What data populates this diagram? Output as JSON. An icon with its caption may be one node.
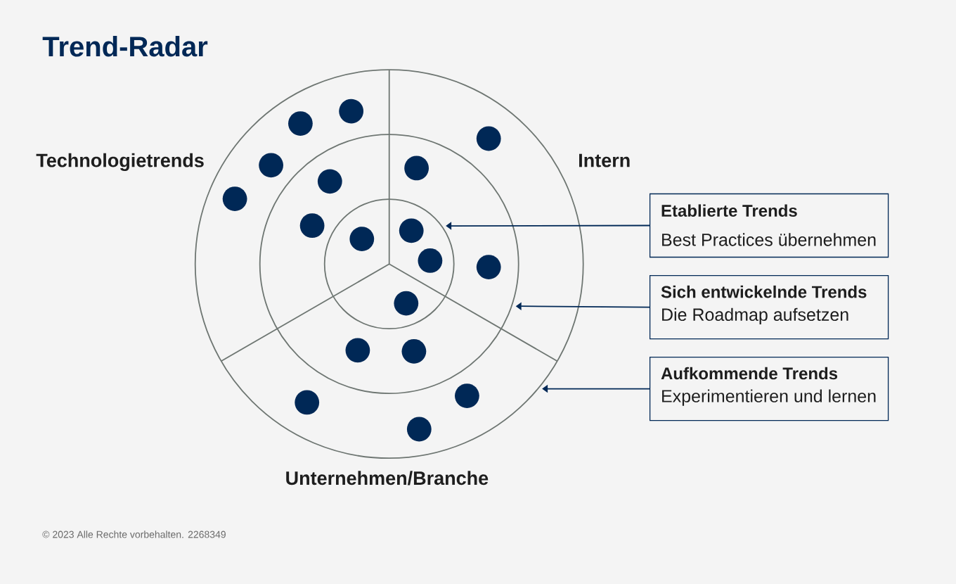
{
  "diagram": {
    "title": "Trend-Radar",
    "nodes": [
      {
        "text": [],
        "shape": "circle"
      },
      {
        "text": [],
        "shape": "circle",
        "in": 0
      },
      {
        "text": [],
        "shape": "circle",
        "in": 1
      },
      {
        "text": [
          "Etablierte Trends",
          "Best Practices übernehmen"
        ]
      },
      {
        "text": [
          "Sich entwickelnde Trends",
          "Die Roadmap aufsetzen"
        ]
      },
      {
        "text": [
          "Aufkommende Trends",
          "Experimentieren und lernen"
        ]
      }
    ],
    "edges": [
      {
        "from": 3,
        "to": 2,
        "arrow": "to"
      },
      {
        "from": 4,
        "to": 1,
        "arrow": "to"
      },
      {
        "from": 5,
        "to": 0,
        "arrow": "to"
      }
    ],
    "labels": [
      "Technologietrends",
      "Intern",
      "Unternehmen/Branche",
      "© 2023 Alle Rechte vorbehalten. 2268349"
    ]
  }
}
